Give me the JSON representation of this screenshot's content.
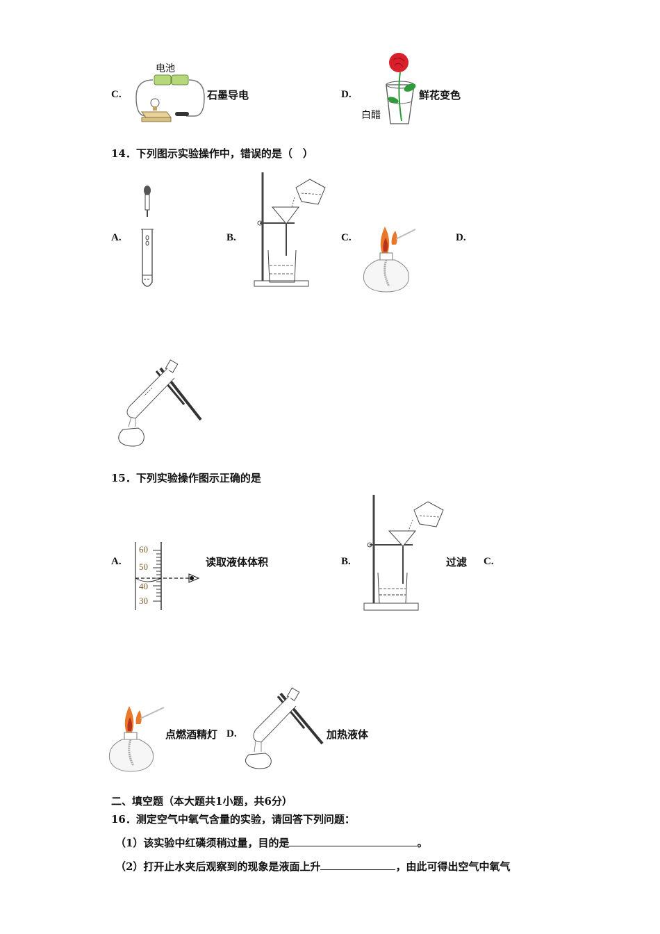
{
  "q13_tail": {
    "options": [
      {
        "label": "C.",
        "caption": "石墨导电",
        "figure_label": "电池",
        "icon": "graphite-circuit-icon"
      },
      {
        "label": "D.",
        "caption": "鲜花变色",
        "figure_label": "白醋",
        "icon": "rose-in-vinegar-icon"
      }
    ]
  },
  "q14": {
    "stem": "14．下列图示实验操作中，错误的是（　）",
    "options": [
      {
        "label": "A.",
        "icon": "dropper-test-tube-icon"
      },
      {
        "label": "B.",
        "icon": "filtration-apparatus-icon"
      },
      {
        "label": "C.",
        "icon": "lighting-alcohol-lamp-icon"
      },
      {
        "label": "D.",
        "icon": "heating-test-tube-icon"
      }
    ]
  },
  "q15": {
    "stem": "15．下列实验操作图示正确的是",
    "options": [
      {
        "label": "A.",
        "caption": "读取液体体积",
        "icon": "graduated-cylinder-reading-icon",
        "scale": [
          "60",
          "50",
          "40",
          "30"
        ]
      },
      {
        "label": "B.",
        "caption": "过滤",
        "icon": "filtration-apparatus-icon"
      },
      {
        "label": "C.",
        "caption": "点燃酒精灯",
        "icon": "lighting-alcohol-lamp-icon"
      },
      {
        "label": "D.",
        "caption": "加热液体",
        "icon": "heating-test-tube-icon"
      }
    ]
  },
  "section2": {
    "heading": "二、填空题（本大题共1小题，共6分）"
  },
  "q16": {
    "stem": "16．测定空气中氧气含量的实验，请回答下列问题：",
    "parts": [
      {
        "prefix": "（1）该实验中红磷须稍过量，目的是",
        "suffix": "。"
      },
      {
        "prefix": "（2）打开止水夹后观察到的现象是液面上升",
        "suffix": "，由此可得出空气中氧气"
      }
    ]
  },
  "colors": {
    "rose_red": "#d9202a",
    "leaf_green": "#2e9a3c",
    "flame_orange": "#e8792a",
    "battery_green": "#b7d87a",
    "base_tan": "#e6d29a",
    "eye_line": "#111111"
  }
}
